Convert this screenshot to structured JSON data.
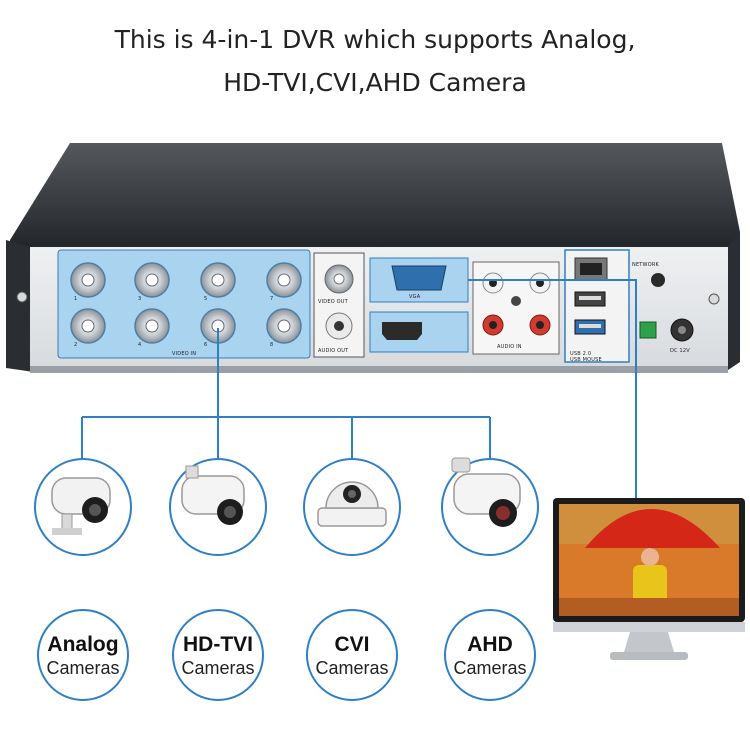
{
  "headline": {
    "line1": "This is 4-in-1 DVR which supports Analog,",
    "line2": "HD-TVI,CVI,AHD Camera"
  },
  "dvr_panel": {
    "video_in_label": "VIDEO IN",
    "video_out_label": "VIDEO OUT",
    "audio_out_label": "AUDIO OUT",
    "vga_label": "VGA",
    "audio_in_label": "AUDIO IN",
    "network_label": "NETWORK",
    "usb_label": "USB 2.0",
    "usb_mouse_label": "USB MOUSE",
    "dc_label": "DC 12V",
    "bnc_numbers_top": [
      "1",
      "3",
      "5",
      "7"
    ],
    "bnc_numbers_bottom": [
      "2",
      "4",
      "6",
      "8"
    ]
  },
  "cameras": [
    {
      "main": "Analog",
      "sub": "Cameras",
      "icon": "bullet-camera-icon"
    },
    {
      "main": "HD-TVI",
      "sub": "Cameras",
      "icon": "bullet-camera-icon"
    },
    {
      "main": "CVI",
      "sub": "Cameras",
      "icon": "dome-camera-icon"
    },
    {
      "main": "AHD",
      "sub": "Cameras",
      "icon": "bullet-camera-icon"
    }
  ],
  "colors": {
    "accent_blue": "#2f7fc4",
    "panel_blue": "#a9d3ef",
    "chassis": "#2c2f33"
  }
}
